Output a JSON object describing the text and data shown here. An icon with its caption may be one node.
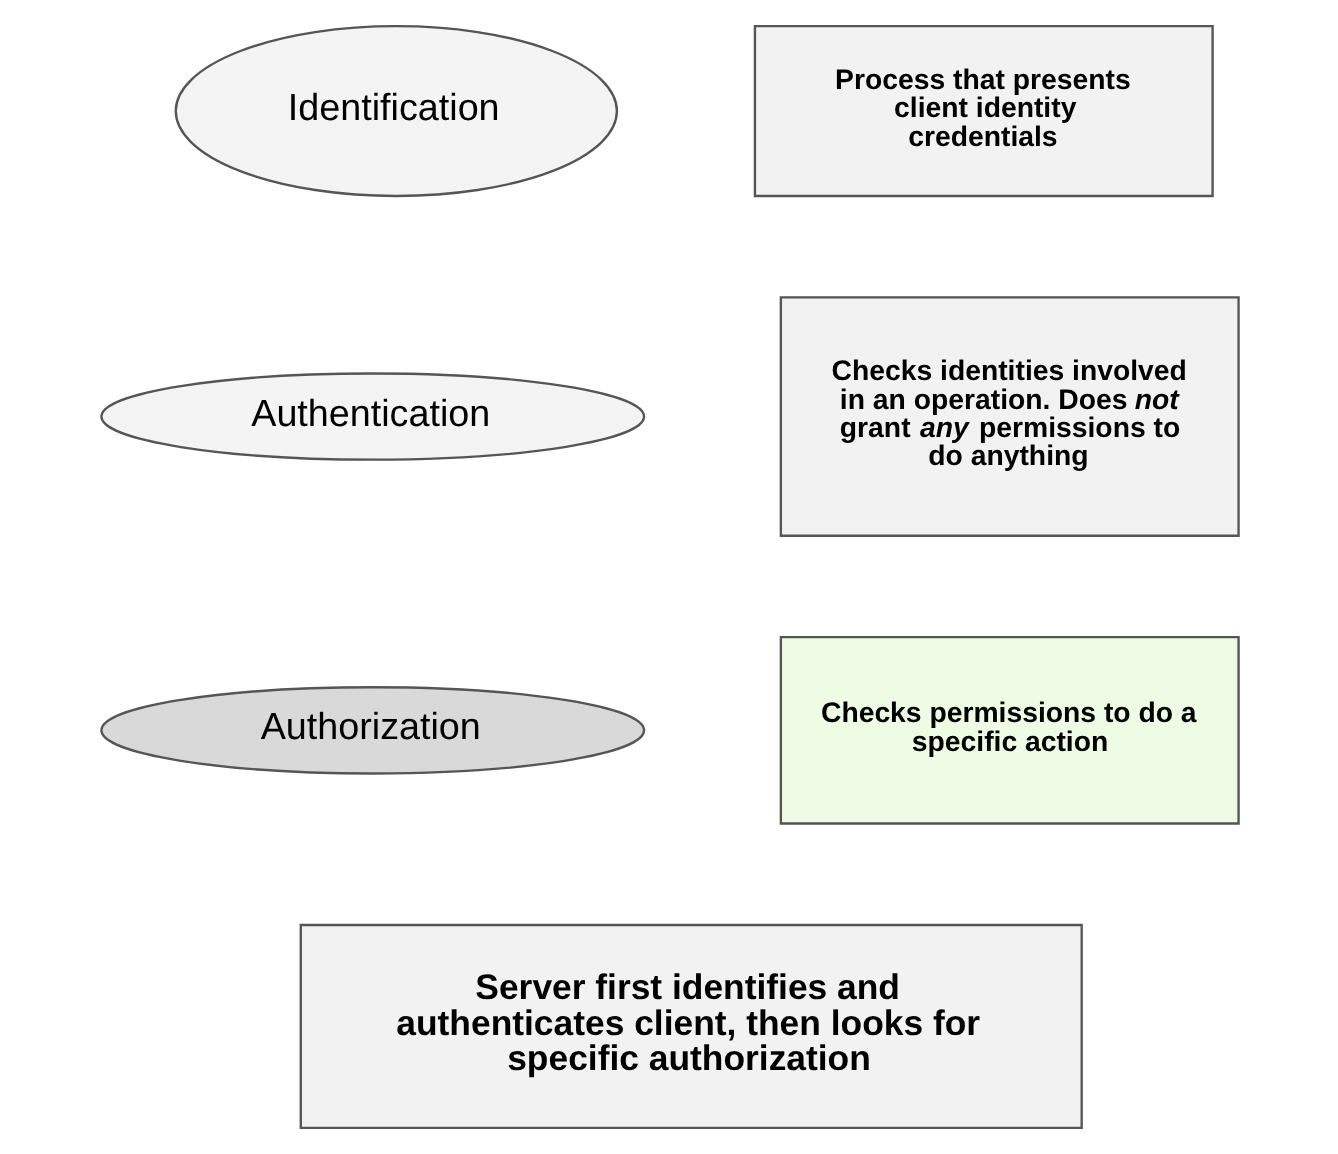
{
  "diagram": {
    "nodes": [
      {
        "text": [
          "Identification"
        ]
      },
      {
        "text": [
          "Process that presents client identity credentials"
        ]
      },
      {
        "text": [
          "Authentication"
        ]
      },
      {
        "text": [
          "Checks identities involved in an operation. Does *not* grant *any* permissions to do anything"
        ]
      },
      {
        "text": [
          "Authorization"
        ]
      },
      {
        "text": [
          "Checks permissions to do a specific action"
        ]
      },
      {
        "text": [
          "Server first identifies and authenticates client, then looks for specific authorization"
        ]
      }
    ],
    "edges": []
  }
}
